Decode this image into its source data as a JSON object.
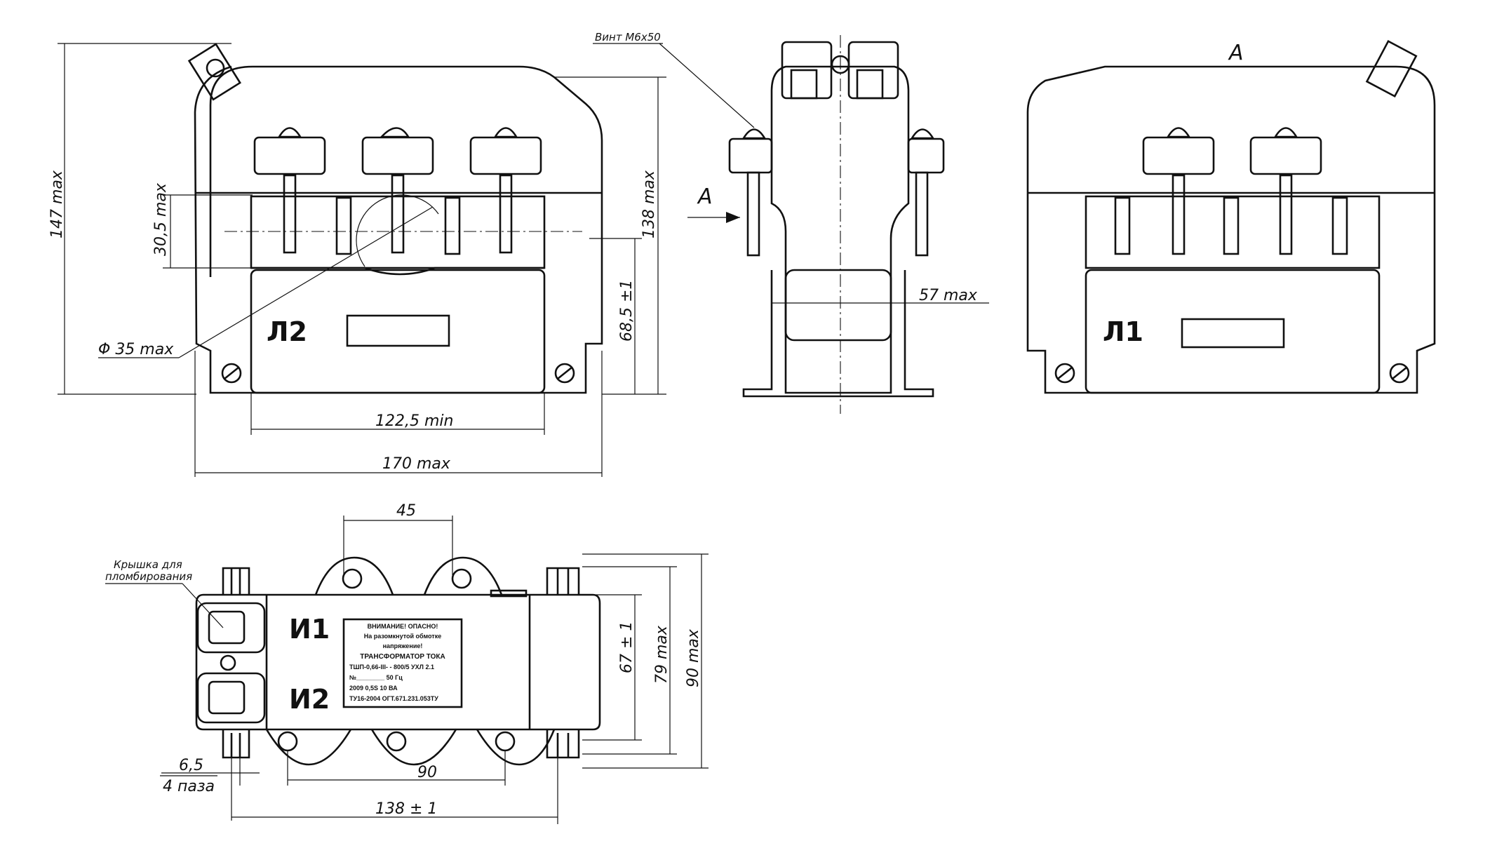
{
  "labels": {
    "screw": "Винт М6х50",
    "view_arrow": "A",
    "view_title": "A",
    "cover": [
      "Крышка для",
      "пломбирования"
    ],
    "slots": "4 паза"
  },
  "terminals": {
    "front": "Л2",
    "rear": "Л1",
    "top_1": "И1",
    "top_2": "И2"
  },
  "dimensions": {
    "height_total": "147 max",
    "height_body": "138 max",
    "window_h": "30,5 max",
    "center_h": "68,5 ±1",
    "window_d": "35 max",
    "inner_w": "122,5 min",
    "total_w": "170 max",
    "depth": "57 max",
    "bolt_pitch": "45",
    "slot_w": "6,5",
    "mount_pitch": "90",
    "mount_len": "138 ± 1",
    "w_67": "67 ± 1",
    "w_79": "79 max",
    "w_90": "90 max"
  },
  "nameplate": [
    "ВНИМАНИЕ! ОПАСНО!",
    "На разомкнутой обмотке",
    "напряжение!",
    "ТРАНСФОРМАТОР ТОКА",
    "ТШП-0,66-III-   - 800/5 УХЛ 2.1",
    "№________        50 Гц",
    "2009     0,5S  10 ВА",
    "ТУ16-2004 ОГТ.671.231.053ТУ"
  ]
}
